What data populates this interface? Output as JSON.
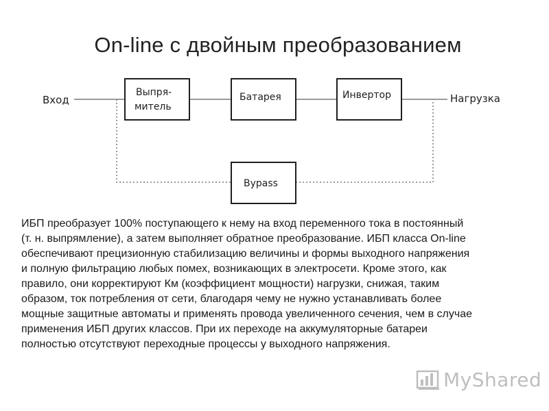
{
  "title": "On-line с двойным преобразованием",
  "diagram": {
    "input_label": "Вход",
    "output_label": "Нагрузка",
    "rectifier_line1": "Выпря-",
    "rectifier_line2": "митель",
    "battery": "Батарея",
    "inverter": "Инвертор",
    "bypass": "Bypass"
  },
  "body": {
    "lines": [
      "ИБП преобразует 100% поступающего к нему на вход переменного тока в постоянный",
      "(т. н. выпрямление), а затем выполняет обратное преобразование. ИБП класса On-line",
      "обеспечивают прецизионную стабилизацию величины и формы выходного напряжения",
      "и полную фильтрацию любых помех, возникающих в электросети. Кроме этого, как",
      "правило, они корректируют Км (коэффициент мощности) нагрузки, снижая, таким",
      "образом, ток потребления от сети, благодаря чему не нужно устанавливать более",
      "мощные защитные автоматы и применять провода увеличенного сечения, чем в случае",
      "применения ИБП других классов. При их переходе на аккумуляторные батареи",
      "полностью отсутствуют переходные процессы у выходного напряжения."
    ]
  },
  "watermark": {
    "text": "MyShared",
    "icon": "bar-chart-icon"
  }
}
